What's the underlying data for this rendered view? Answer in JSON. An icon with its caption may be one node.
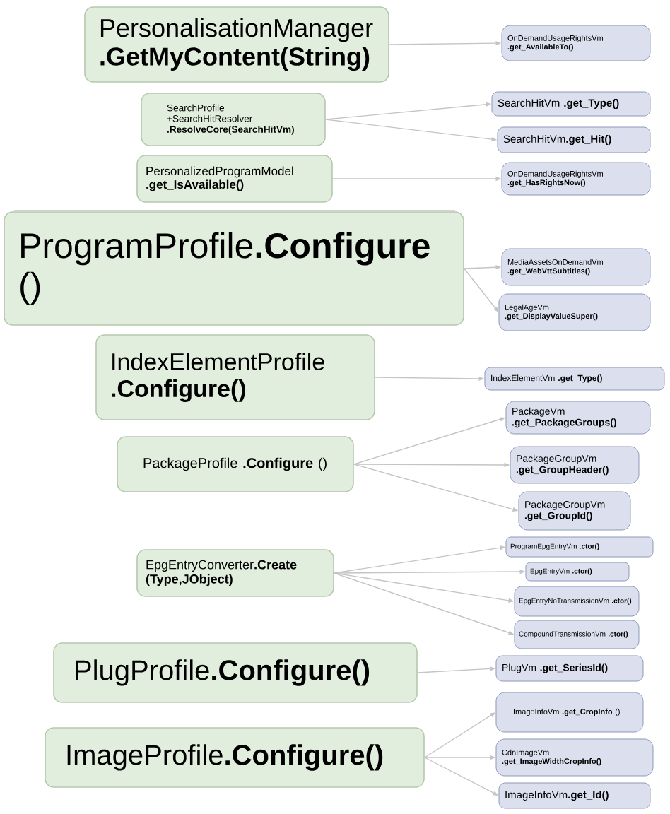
{
  "diagram": {
    "nodes": [
      {
        "text": [
          "PersonalisationManager **.GetMyContent(String)**"
        ]
      },
      {
        "text": [
          "OnDemandUsageRightsVm **.get_AvailableTo()**"
        ]
      },
      {
        "text": [
          "SearchProfile +SearchHitResolver **.ResolveCore(SearchHitVm)**"
        ]
      },
      {
        "text": [
          "SearchHitVm **.get_Type()**"
        ]
      },
      {
        "text": [
          "SearchHitVm**.get_Hit()**"
        ]
      },
      {
        "text": [
          "PersonalizedProgramModel **.get_IsAvailable()**"
        ]
      },
      {
        "text": [
          "OnDemandUsageRightsVm **.get_HasRightsNow()**"
        ]
      },
      {
        "text": [
          "ProgramProfile**.Configure** ()"
        ]
      },
      {
        "text": [
          "MediaAssetsOnDemandVm **.get_WebVttSubtitles()**"
        ]
      },
      {
        "text": [
          "LegalAgeVm **.get_DisplayValueSuper()**"
        ]
      },
      {
        "text": [
          "IndexElementProfile **.Configure()**"
        ]
      },
      {
        "text": [
          "IndexElementVm **.get_Type()**"
        ]
      },
      {
        "text": [
          "PackageVm **.get_PackageGroups()**"
        ]
      },
      {
        "text": [
          "PackageProfile **.Configure** ()"
        ]
      },
      {
        "text": [
          "PackageGroupVm **.get_GroupHeader()**"
        ]
      },
      {
        "text": [
          "PackageGroupVm **.get_GroupId()**"
        ]
      },
      {
        "text": [
          "EpgEntryConverter**.Create (Type,JObject)**"
        ]
      },
      {
        "text": [
          "ProgramEpgEntryVm **.ctor()**"
        ]
      },
      {
        "text": [
          "EpgEntryVm **.ctor()**"
        ]
      },
      {
        "text": [
          "EpgEntryNoTransmissionVm **.ctor()**"
        ]
      },
      {
        "text": [
          "CompoundTransmissionVm **.ctor()**"
        ]
      },
      {
        "text": [
          "PlugProfile**.Configure()**"
        ]
      },
      {
        "text": [
          "PlugVm **.get_SeriesId()**"
        ]
      },
      {
        "text": [
          "ImageInfoVm **.get_CropInfo** ()"
        ]
      },
      {
        "text": [
          "ImageProfile**.Configure()**"
        ]
      },
      {
        "text": [
          "CdnImageVm **.get_ImageWidthCropInfo()**"
        ]
      },
      {
        "text": [
          "ImageInfoVm**.get_Id()**"
        ]
      }
    ],
    "edges": [
      {
        "from": 0,
        "to": 1,
        "arrow": "to"
      },
      {
        "from": 2,
        "to": 3,
        "arrow": "to"
      },
      {
        "from": 2,
        "to": 4,
        "arrow": "to"
      },
      {
        "from": 5,
        "to": 6,
        "arrow": "to"
      },
      {
        "from": 7,
        "to": 8,
        "arrow": "to"
      },
      {
        "from": 7,
        "to": 9,
        "arrow": "to"
      },
      {
        "from": 10,
        "to": 11,
        "arrow": "to"
      },
      {
        "from": 13,
        "to": 12,
        "arrow": "to"
      },
      {
        "from": 13,
        "to": 14,
        "arrow": "to"
      },
      {
        "from": 13,
        "to": 15,
        "arrow": "to"
      },
      {
        "from": 16,
        "to": 17,
        "arrow": "to"
      },
      {
        "from": 16,
        "to": 18,
        "arrow": "to"
      },
      {
        "from": 16,
        "to": 19,
        "arrow": "to"
      },
      {
        "from": 16,
        "to": 20,
        "arrow": "to"
      },
      {
        "from": 21,
        "to": 22,
        "arrow": "to"
      },
      {
        "from": 24,
        "to": 23,
        "arrow": "to"
      },
      {
        "from": 24,
        "to": 25,
        "arrow": "to"
      },
      {
        "from": 24,
        "to": 26,
        "arrow": "to"
      }
    ]
  }
}
